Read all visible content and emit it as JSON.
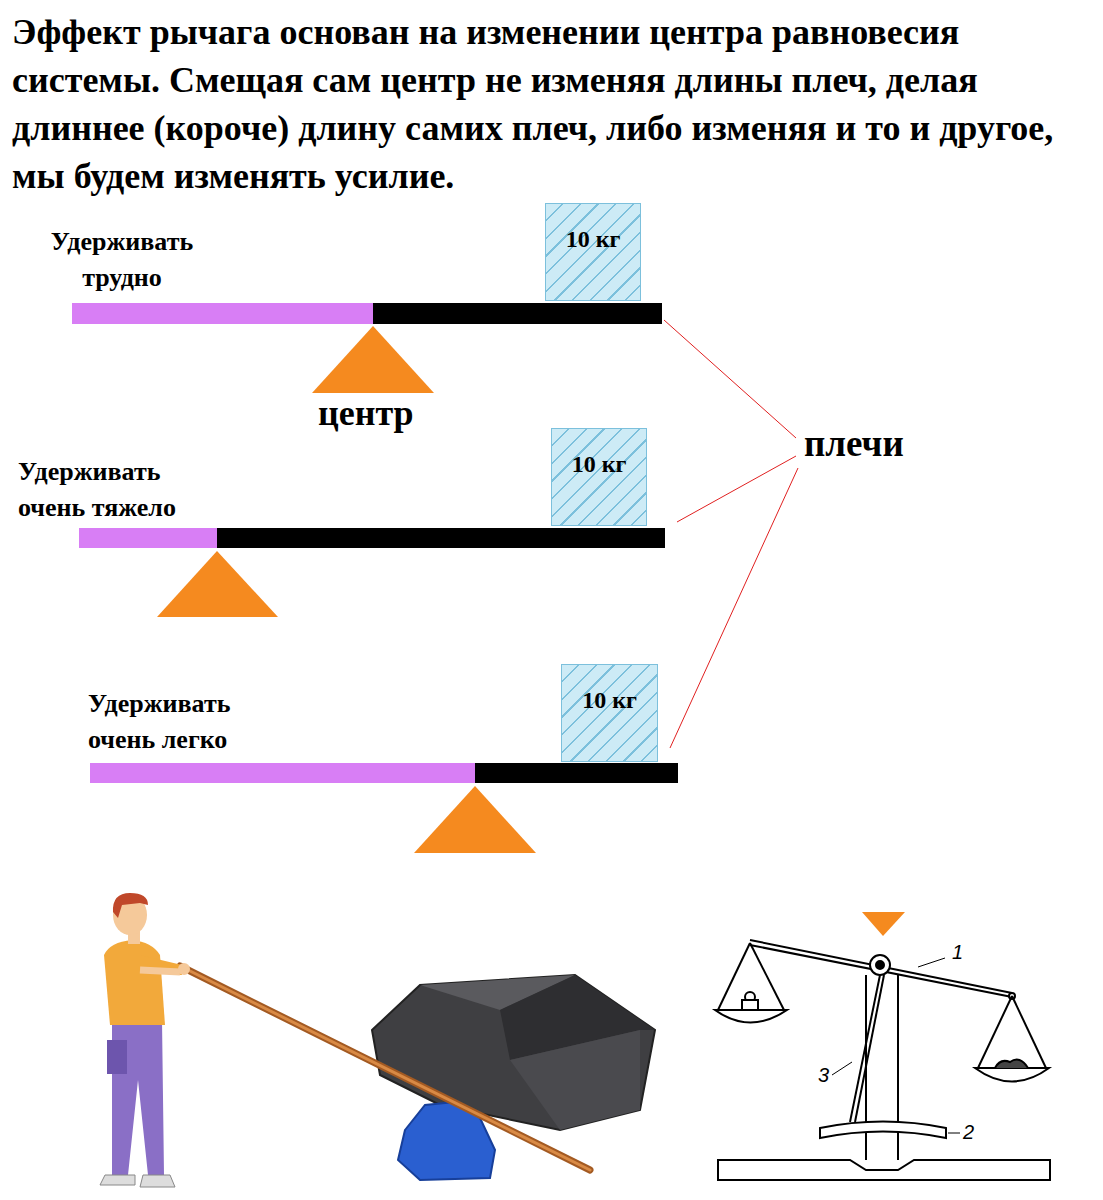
{
  "diagram": {
    "title": "Эффект рычага основан на изменении центра равновесия системы. Смещая сам центр не изменяя длины плеч, делая длиннее (короче) длину самих плеч, либо изменяя и то и другое, мы будем изменять усилие.",
    "nodes": [
      {
        "text": [
          "10 кг"
        ]
      },
      {
        "text": [
          "10 кг"
        ]
      },
      {
        "text": [
          "10 кг"
        ]
      }
    ],
    "labels": [
      "Удерживать трудно",
      "центр",
      "плечи",
      "Удерживать очень тяжело",
      "Удерживать очень легко",
      "1",
      "3",
      "2"
    ]
  }
}
